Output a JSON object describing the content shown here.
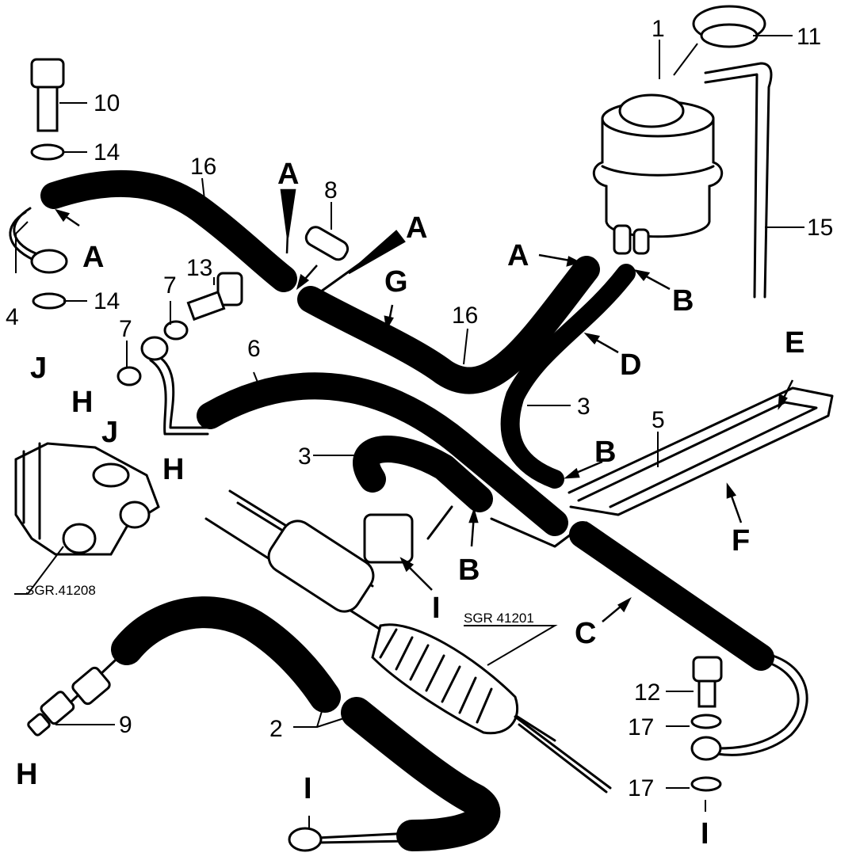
{
  "diagram": {
    "references": {
      "pump": "SGR.41208",
      "rack": "SGR 41201"
    },
    "numbers": [
      {
        "id": "n1",
        "text": "1"
      },
      {
        "id": "n2",
        "text": "2"
      },
      {
        "id": "n3a",
        "text": "3"
      },
      {
        "id": "n3b",
        "text": "3"
      },
      {
        "id": "n4",
        "text": "4"
      },
      {
        "id": "n5",
        "text": "5"
      },
      {
        "id": "n6",
        "text": "6"
      },
      {
        "id": "n7a",
        "text": "7"
      },
      {
        "id": "n7b",
        "text": "7"
      },
      {
        "id": "n8",
        "text": "8"
      },
      {
        "id": "n9",
        "text": "9"
      },
      {
        "id": "n10",
        "text": "10"
      },
      {
        "id": "n11",
        "text": "11"
      },
      {
        "id": "n12",
        "text": "12"
      },
      {
        "id": "n13",
        "text": "13"
      },
      {
        "id": "n14a",
        "text": "14"
      },
      {
        "id": "n14b",
        "text": "14"
      },
      {
        "id": "n15",
        "text": "15"
      },
      {
        "id": "n16a",
        "text": "16"
      },
      {
        "id": "n16b",
        "text": "16"
      },
      {
        "id": "n17a",
        "text": "17"
      },
      {
        "id": "n17b",
        "text": "17"
      }
    ],
    "letters": [
      {
        "id": "lA1",
        "text": "A"
      },
      {
        "id": "lA2",
        "text": "A"
      },
      {
        "id": "lA3",
        "text": "A"
      },
      {
        "id": "lA4",
        "text": "A"
      },
      {
        "id": "lB1",
        "text": "B"
      },
      {
        "id": "lB2",
        "text": "B"
      },
      {
        "id": "lB3",
        "text": "B"
      },
      {
        "id": "lC",
        "text": "C"
      },
      {
        "id": "lD",
        "text": "D"
      },
      {
        "id": "lE",
        "text": "E"
      },
      {
        "id": "lF",
        "text": "F"
      },
      {
        "id": "lG",
        "text": "G"
      },
      {
        "id": "lH1",
        "text": "H"
      },
      {
        "id": "lH2",
        "text": "H"
      },
      {
        "id": "lH3",
        "text": "H"
      },
      {
        "id": "lI1",
        "text": "I"
      },
      {
        "id": "lI2",
        "text": "I"
      },
      {
        "id": "lI3",
        "text": "I"
      },
      {
        "id": "lJ1",
        "text": "J"
      },
      {
        "id": "lJ2",
        "text": "J"
      }
    ]
  }
}
